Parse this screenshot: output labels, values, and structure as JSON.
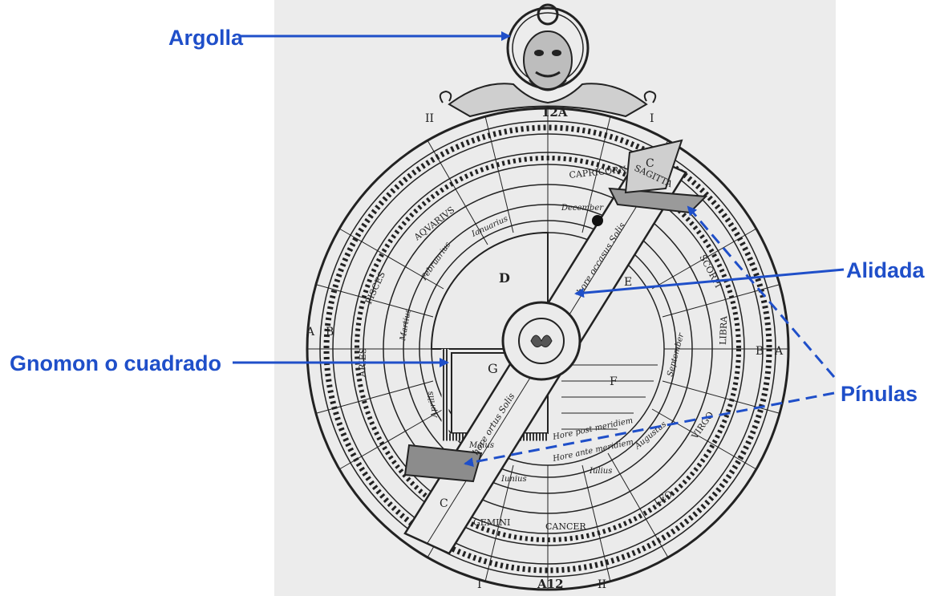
{
  "labels": {
    "argolla": "Argolla",
    "alidada": "Alidada",
    "gnomon": "Gnomon o cuadrado",
    "pinulas": "Pínulas"
  },
  "colors": {
    "annotation": "#1f4fc9",
    "paper": "#ececec",
    "ink": "#222222"
  },
  "engraving": {
    "top_hours": [
      "II",
      "12A",
      "I"
    ],
    "bottom_hours": [
      "I",
      "A12",
      "II"
    ],
    "side_letters": [
      "A",
      "B",
      "B",
      "A"
    ],
    "zodiac": [
      "CAPRICORN",
      "AQVARIVS",
      "PISCES",
      "ARIES",
      "GEMINI",
      "CANCER",
      "LEO",
      "VIRGO",
      "LIBRA",
      "SCORPI",
      "SAGITTA"
    ],
    "months": [
      "December",
      "Ianuarius",
      "Februarius",
      "Martius",
      "Aprilis",
      "Maius",
      "Iunius",
      "Iulius",
      "Augustus",
      "September"
    ],
    "quadrant_letters": [
      "D",
      "E",
      "F",
      "G",
      "C",
      "C"
    ],
    "rule_text": [
      "hore occasus Solis",
      "hore ortus Solis"
    ],
    "hour_lines": [
      "Hore post meridiem",
      "Hore ante meridiem"
    ]
  }
}
